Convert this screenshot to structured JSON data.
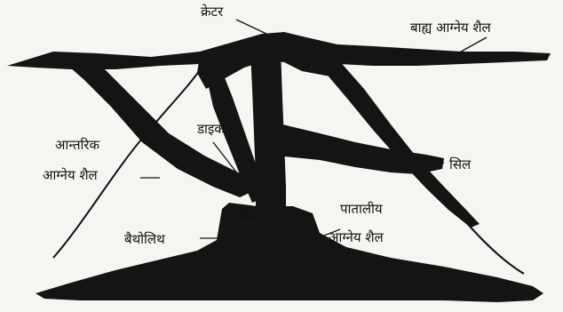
{
  "diagram": {
    "labels": {
      "crater": "क्रेटर",
      "extrusive_rock": "बाह्य आग्नेय शैल",
      "intrusive_rock_line1": "आन्तरिक",
      "intrusive_rock_line2": "आग्नेय शैल",
      "dyke": "डाइक",
      "sill": "सिल",
      "magma": "मैग्मा",
      "plutonic_rock_line1": "पातालीय",
      "plutonic_rock_line2": "आग्नेय शैल",
      "batholith": "बैथोलिथ"
    },
    "colors": {
      "rock": "#141414",
      "background": "#f6f5f1",
      "text": "#111111"
    }
  }
}
